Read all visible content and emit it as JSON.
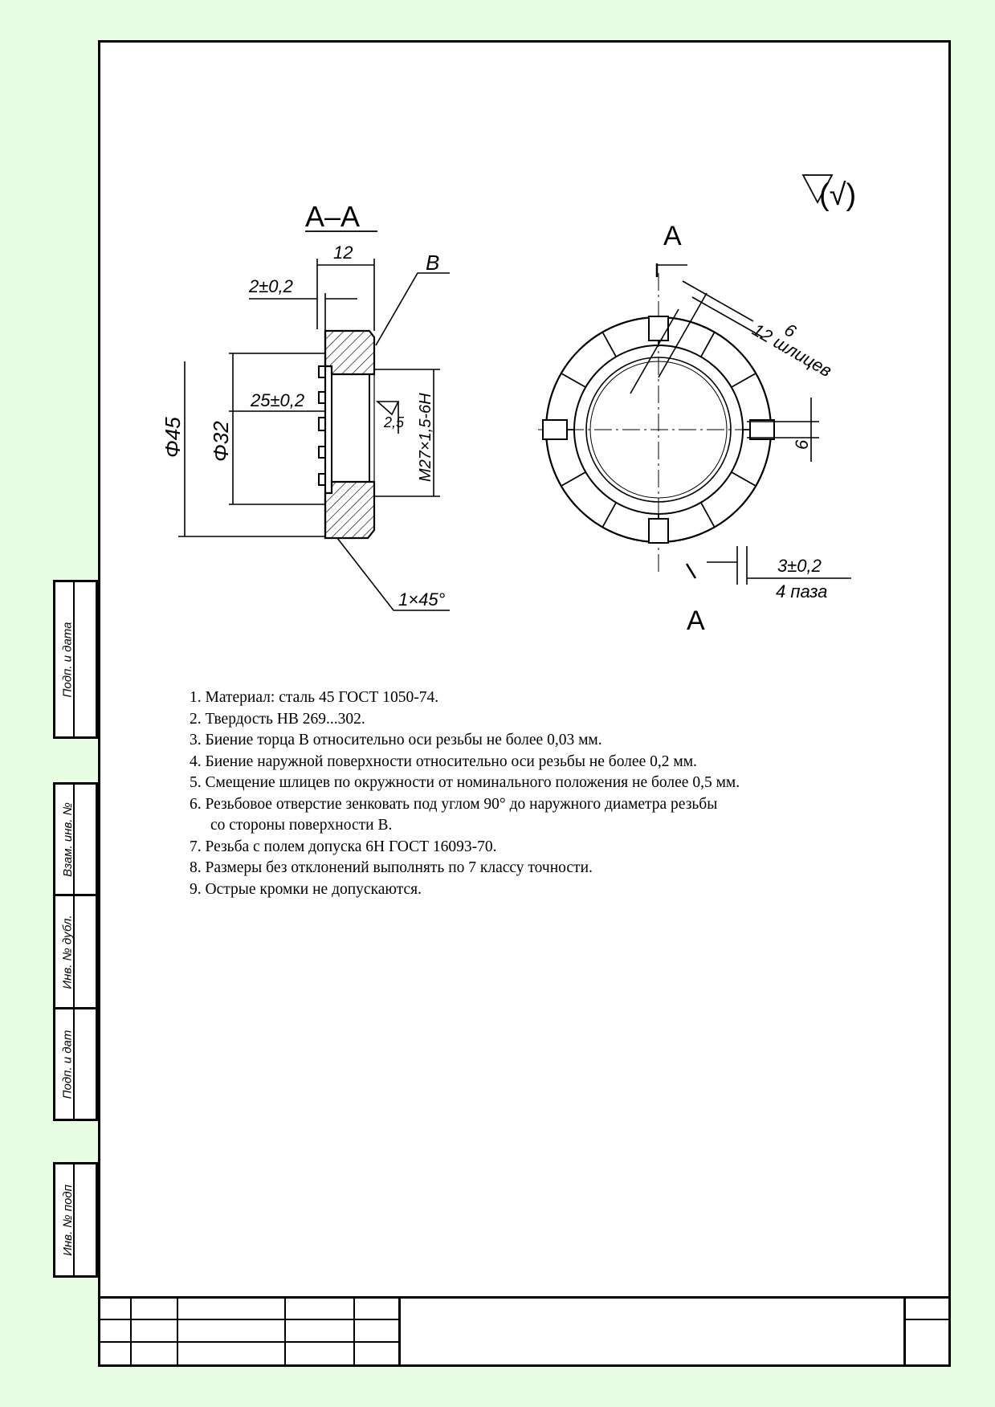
{
  "drawing": {
    "section_label": "A–A",
    "dims": {
      "width_12": "12",
      "offset": "2±0,2",
      "slot_depth": "25±0,2",
      "dia_45": "Φ45",
      "dia_32": "Φ32",
      "thread": "M27×1,5-6H",
      "roughness": "2,5",
      "chamfer": "1×45°",
      "surface_b": "B",
      "spline_w": "6",
      "splines": "12 шлицев",
      "slot_w": "6",
      "slot_width": "3±0,2",
      "slots": "4 паза"
    },
    "cut_a_top": "А",
    "cut_a_bottom": "А",
    "rough_sign": "(√)"
  },
  "notes": [
    "1. Материал: сталь 45 ГОСТ 1050-74.",
    "2. Твердость НВ 269...302.",
    "3. Биение торца В относительно оси резьбы не более 0,03 мм.",
    "4. Биение наружной поверхности относительно оси резьбы не более 0,2 мм.",
    "5. Смещение шлицев по окружности от номинального положения не более 0,5 мм.",
    "6. Резьбовое отверстие зенковать под углом 90° до наружного диаметра резьбы",
    "со стороны поверхности В.",
    "7. Резьба с полем допуска 6Н ГОСТ 16093-70.",
    "8. Размеры без отклонений выполнять по 7 классу точности.",
    "9. Острые кромки не допускаются."
  ],
  "side_labels": {
    "sign_date_1": "Подп. и дата",
    "swap_inv": "Взам. инв. №",
    "inv_dup": "Инв. № дубл.",
    "sign_date_2": "Подп. и дат",
    "inv_orig": "Инв. № подп"
  }
}
